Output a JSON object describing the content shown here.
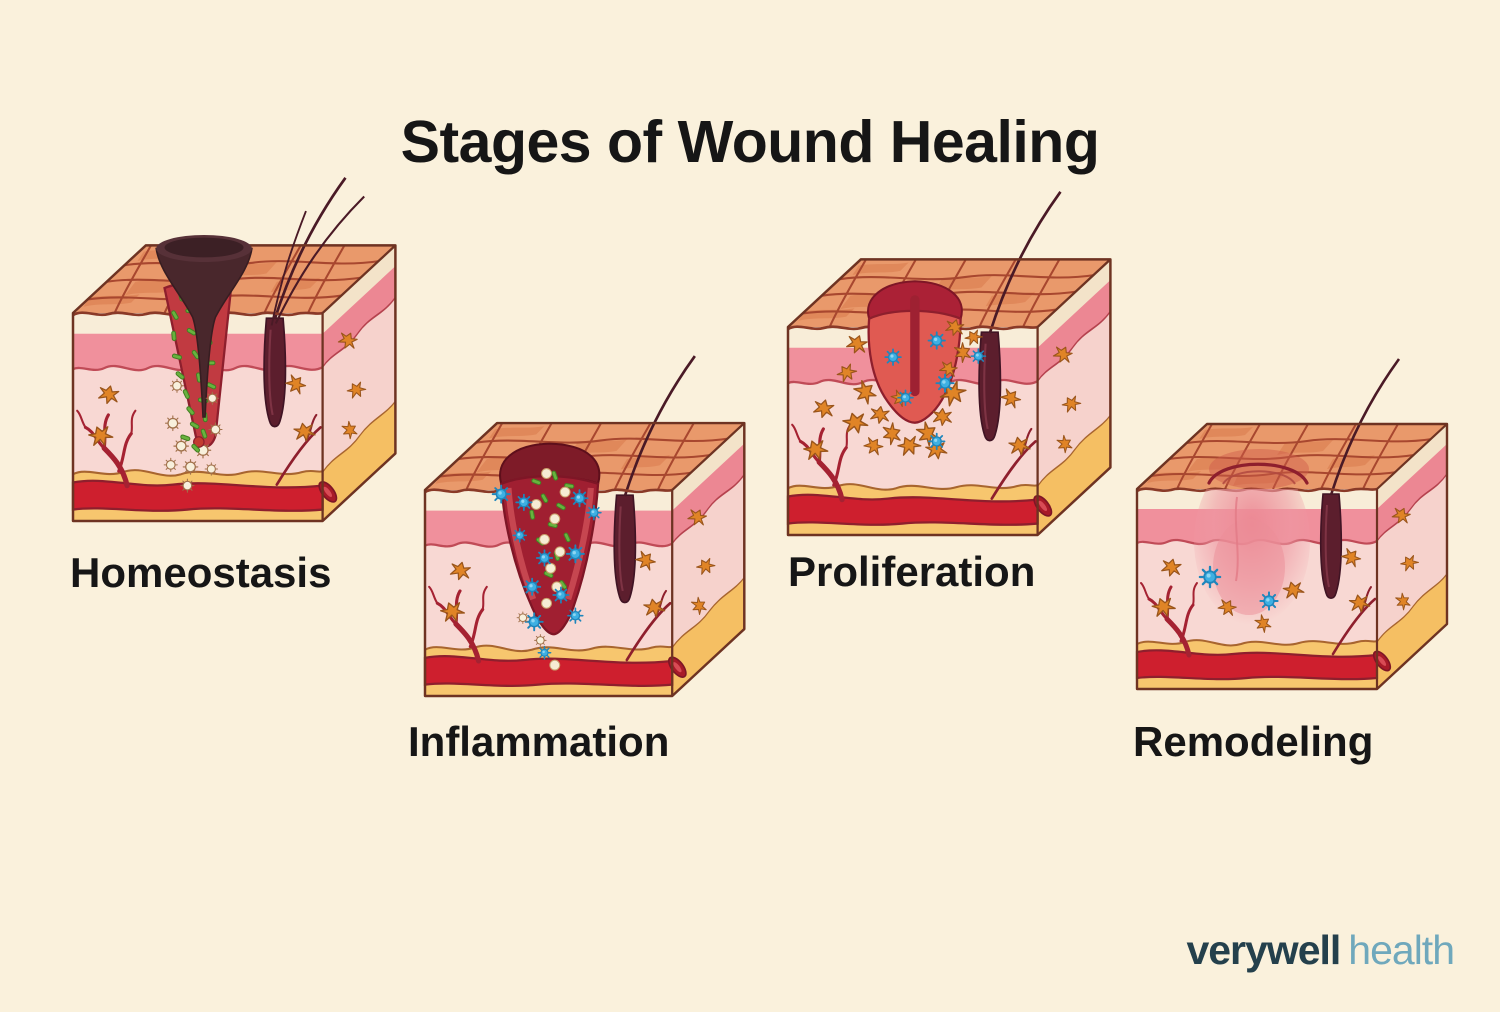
{
  "title": "Stages of Wound Healing",
  "stages": [
    {
      "id": "homeostasis",
      "label": "Homeostasis"
    },
    {
      "id": "inflammation",
      "label": "Inflammation"
    },
    {
      "id": "proliferation",
      "label": "Proliferation"
    },
    {
      "id": "remodeling",
      "label": "Remodeling"
    }
  ],
  "illustrations": {
    "homeostasis": "skin-cross-section-pierced-by-dark-splinter-with-bacteria-and-platelets-icon",
    "inflammation": "skin-cross-section-open-wound-with-blue-immune-cells-and-bacteria-icon",
    "proliferation": "skin-cross-section-closing-wound-with-orange-fibroblasts-icon",
    "remodeling": "skin-cross-section-healed-scar-with-pink-remodeled-tissue-icon"
  },
  "logo": {
    "brand": "verywell",
    "suffix": "health"
  },
  "colors": {
    "background": "#FAF1DC",
    "title_text": "#161616",
    "label_text": "#161616",
    "logo_brand": "#24404C",
    "logo_suffix": "#6FA8BC",
    "epidermis_top": "#E9996B",
    "epidermis_pink": "#F0909C",
    "dermis_pink": "#F8D8D3",
    "hypodermis_yellow": "#F7C66E",
    "blood_vessel_red": "#CE1F2E",
    "wound_dark_red": "#A01F31",
    "splinter_brown": "#49272C",
    "bacteria_green": "#68B33E",
    "immune_cell_blue": "#3EB0E3",
    "fibroblast_orange": "#E08426",
    "platelet_cream": "#F8F0DC"
  }
}
